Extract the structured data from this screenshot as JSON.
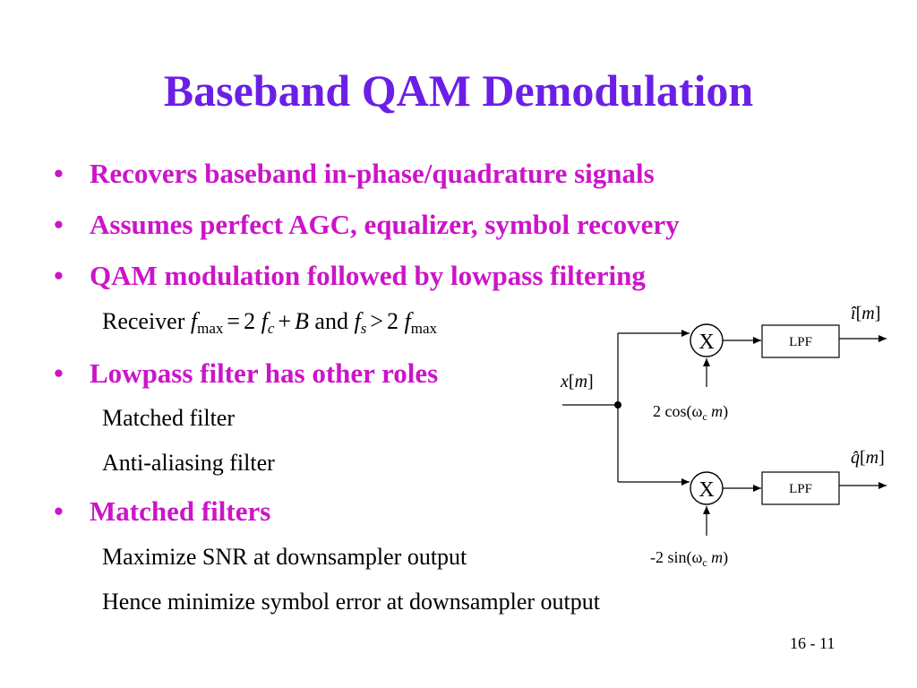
{
  "slide": {
    "title": "Baseband QAM Demodulation",
    "bullet_glyph": "•",
    "bullets": [
      "Recovers baseband in-phase/quadrature signals",
      "Assumes perfect AGC, equalizer, symbol recovery",
      "QAM modulation followed by lowpass filtering",
      "Lowpass filter has other roles",
      "Matched filters"
    ],
    "subitems": {
      "receiver_prefix": "Receiver",
      "receiver_and": "and",
      "matched_filter": "Matched filter",
      "anti_aliasing": "Anti-aliasing filter",
      "maximize_snr": "Maximize SNR at downsampler output",
      "minimize_error": "Hence minimize symbol error at downsampler output"
    },
    "page_number": "16 - 11"
  },
  "diagram": {
    "input_label": "x[m]",
    "mixer_symbol": "X",
    "lpf_label": "LPF",
    "top_carrier": "2 cos(ωc m)",
    "bottom_carrier": "-2 sin(ωc m)",
    "top_output": "î[m]",
    "bottom_output": "q̂[m]"
  }
}
